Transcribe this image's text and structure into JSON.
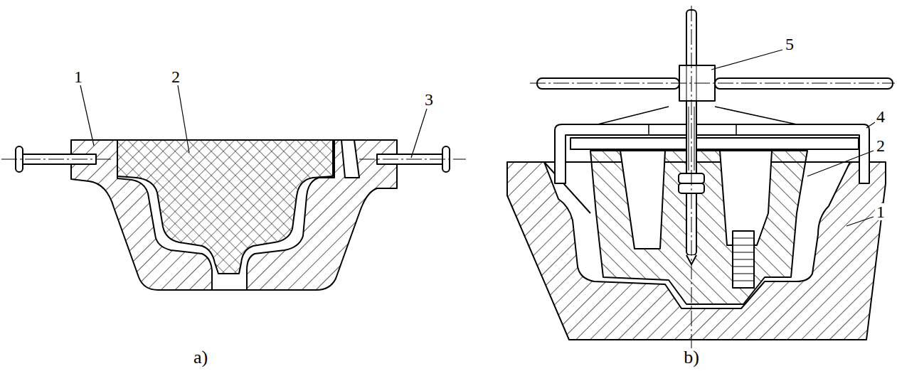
{
  "diagram": {
    "labels": [
      "1",
      "2",
      "3",
      "a)",
      "5",
      "4",
      "2",
      "1",
      "b)"
    ]
  }
}
